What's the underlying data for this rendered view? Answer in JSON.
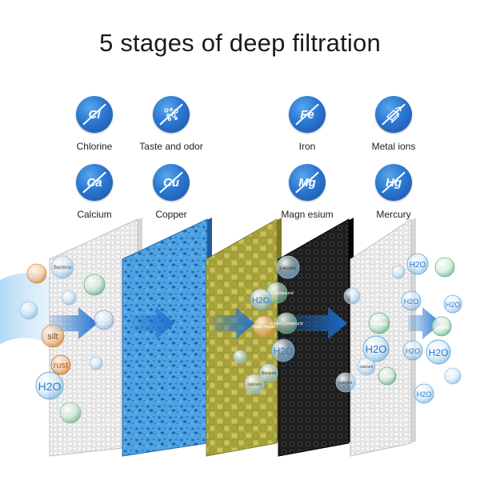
{
  "title": "5 stages of deep filtration",
  "contaminants": [
    {
      "symbol": "Cl",
      "label": "Chlorine",
      "icon": "chlorine-icon"
    },
    {
      "symbol": "",
      "label": "Taste and odor",
      "icon": "taste-odor-icon"
    },
    {
      "symbol": "Fe",
      "label": "Iron",
      "icon": "iron-icon"
    },
    {
      "symbol": "",
      "label": "Metal ions",
      "icon": "metal-ions-icon"
    },
    {
      "symbol": "Ca",
      "label": "Calcium",
      "icon": "calcium-icon"
    },
    {
      "symbol": "Cu",
      "label": "Copper",
      "icon": "copper-icon"
    },
    {
      "symbol": "Mg",
      "label": "Magn esium",
      "icon": "magnesium-icon"
    },
    {
      "symbol": "Hg",
      "label": "Mercury",
      "icon": "mercury-icon"
    }
  ],
  "bubbles_in": {
    "bacteria": "Bacteria",
    "silt": "silt",
    "rust": "rust",
    "h2o": "H2O"
  },
  "bubbles_mid": {
    "calcium": "calcium",
    "organic": "organic compound",
    "h2o": "H2O",
    "heavy": "heavy metals",
    "organic2": "organic compound",
    "bacteria": "Bacteria",
    "calcium2": "calcium",
    "calcium3": "calcium"
  },
  "bubbles_out": {
    "h2o": "H2O",
    "mineral": "mineral",
    "calcium": "calcium",
    "mineral2": "mineral"
  },
  "colors": {
    "badge": "#2b78d2",
    "stage_white": "#e6e6e6",
    "stage_blue": "#3a8fd6",
    "stage_yellow": "#b8b44a",
    "stage_black": "#222222",
    "arrow": "#2b7fd8"
  }
}
